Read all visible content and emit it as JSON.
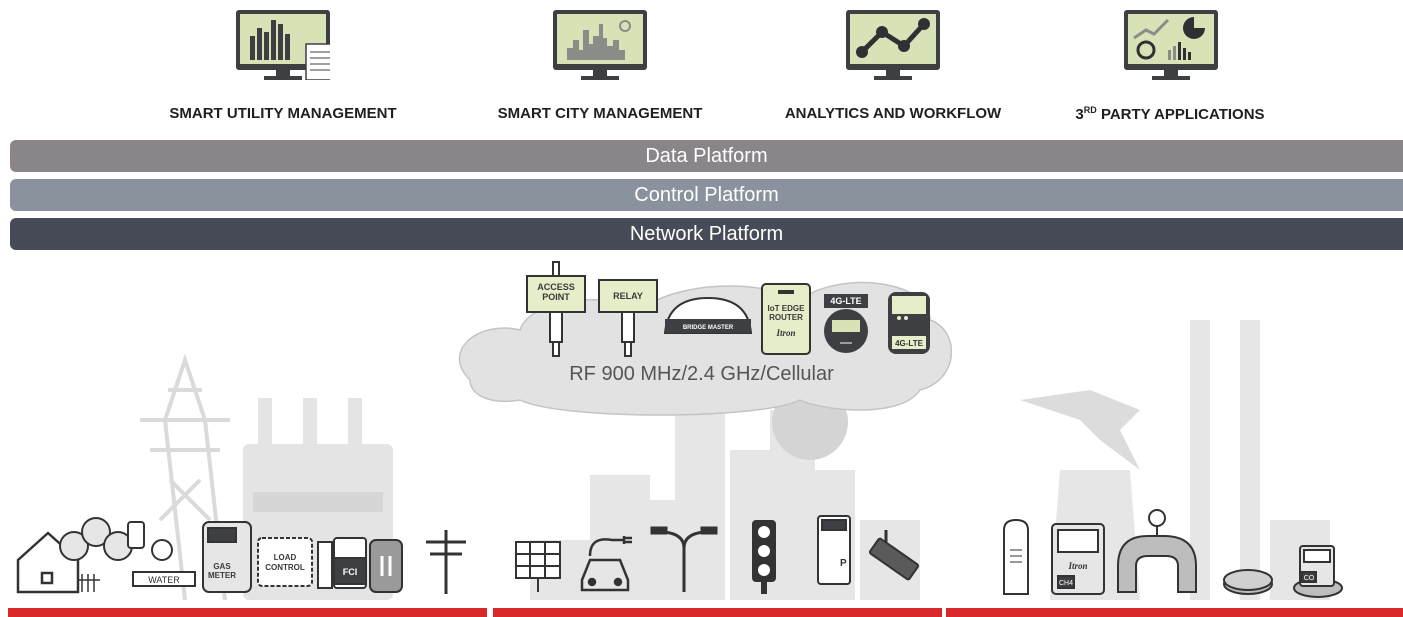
{
  "applications": [
    {
      "label": "SMART UTILITY MANAGEMENT",
      "icon": "bar-chart-document-monitor-icon"
    },
    {
      "label": "SMART CITY MANAGEMENT",
      "icon": "city-skyline-monitor-icon"
    },
    {
      "label": "ANALYTICS AND WORKFLOW",
      "icon": "line-graph-monitor-icon"
    },
    {
      "label_prefix": "3",
      "label_sup": "RD",
      "label_suffix": " PARTY APPLICATIONS",
      "icon": "dashboard-monitor-icon"
    }
  ],
  "platforms": {
    "data": "Data Platform",
    "control": "Control Platform",
    "network": "Network Platform"
  },
  "network": {
    "cloud_label": "RF 900 MHz/2.4 GHz/Cellular",
    "devices": {
      "access_point": [
        "ACCESS",
        "POINT"
      ],
      "relay": "RELAY",
      "bridge_master": "BRIDGE MASTER",
      "iot_edge_router": [
        "IoT EDGE",
        "ROUTER",
        "Itron"
      ],
      "lte_meter": "4G-LTE",
      "lte_module": "4G-LTE"
    }
  },
  "endpoints": {
    "water": "WATER",
    "gas_meter": [
      "GAS",
      "METER"
    ],
    "load_control": [
      "LOAD",
      "CONTROL"
    ],
    "fci": "FCI",
    "parking": "P",
    "gas_detector_brand": "Itron",
    "gas_detector_label": "CH4",
    "co_sensor": "CO"
  },
  "colors": {
    "accent_red": "#d8282a",
    "monitor_frame": "#3d3f42",
    "screen_green": "#d7e3b6",
    "device_green": "#e6edc9"
  }
}
